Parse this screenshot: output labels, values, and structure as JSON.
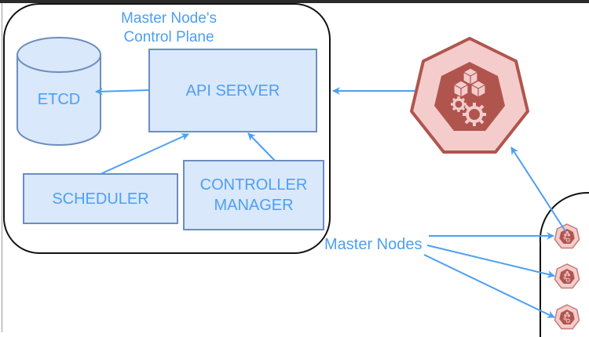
{
  "diagram": {
    "control_plane_title_line1": "Master Node's",
    "control_plane_title_line2": "Control Plane",
    "etcd": "ETCD",
    "api_server": "API SERVER",
    "scheduler": "SCHEDULER",
    "controller_manager_line1": "CONTROLLER",
    "controller_manager_line2": "MANAGER",
    "master_nodes_label": "Master Nodes",
    "colors": {
      "accent_blue": "#4d9ff2",
      "box_fill": "#dae8fc",
      "box_stroke": "#6c8ebf",
      "k8s_outer_fill": "#f4cccc",
      "k8s_inner_fill": "#b0554e"
    },
    "master_node_count": 3
  }
}
